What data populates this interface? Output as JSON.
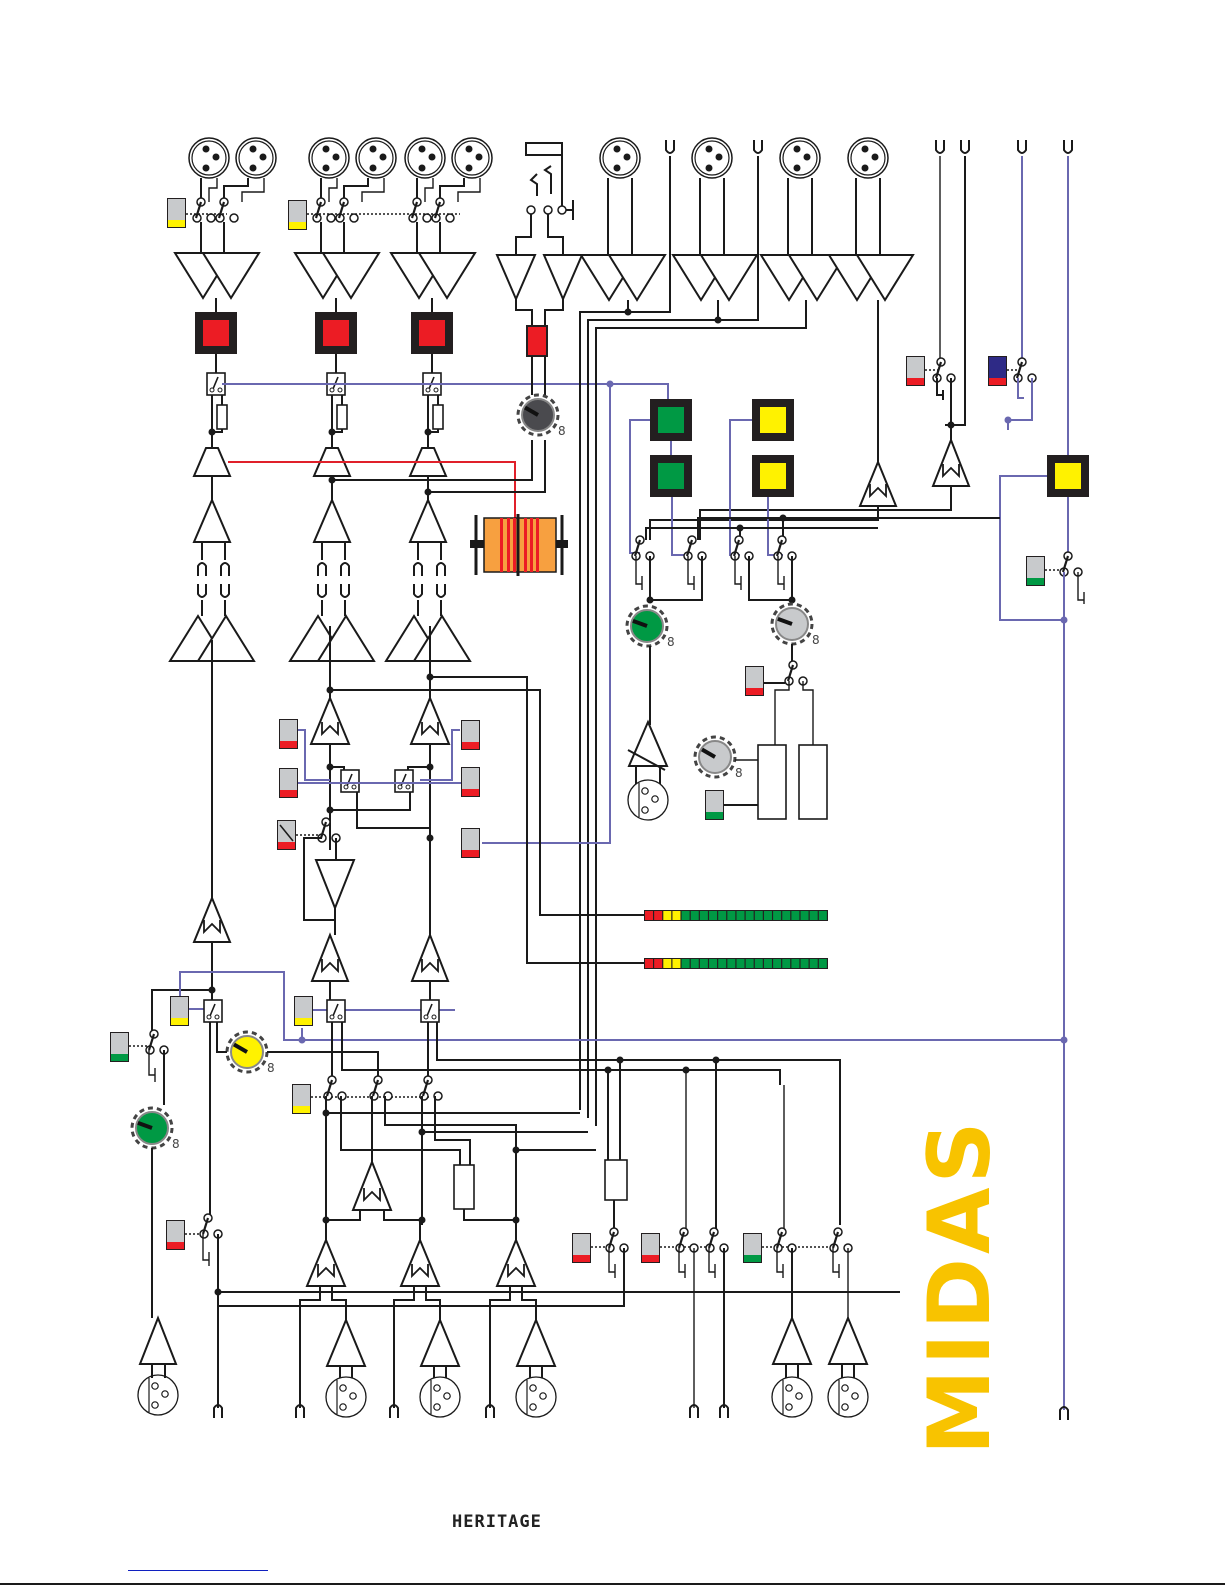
{
  "document": {
    "product_logo": "HERITAGE",
    "brand_logo": "MIDAS"
  },
  "colors": {
    "wire": "#1a1a1a",
    "bus_wire": "#6a68b0",
    "link_wire": "#e0202a",
    "led_red": "#ec1c24",
    "led_green": "#009944",
    "led_yellow": "#fff200",
    "switch_gray": "#c8cacc",
    "switch_blue": "#2e2a86",
    "vu_red": "#ec1c24",
    "vu_yellow": "#fff200",
    "vu_green": "#009944",
    "fader_orange": "#f7a040",
    "brand_yellow": "#f8c300"
  },
  "blocks": {
    "channels": [
      {
        "name": "channel-1",
        "inputs": 2
      },
      {
        "name": "channel-2",
        "inputs": 2
      },
      {
        "name": "channel-3",
        "inputs": 2
      }
    ],
    "stereo_returns": [
      {
        "name": "return-1"
      },
      {
        "name": "return-2"
      },
      {
        "name": "return-3"
      },
      {
        "name": "return-4"
      }
    ],
    "channel_mute_leds": [
      "red",
      "red",
      "red"
    ],
    "monitor_leds": [
      "green",
      "green",
      "yellow",
      "yellow",
      "yellow"
    ],
    "switch_buttons": [
      {
        "id": "input-select-1",
        "led": "yellow"
      },
      {
        "id": "input-select-2",
        "led": "yellow"
      },
      {
        "id": "bus-a",
        "led": "red"
      },
      {
        "id": "bus-b",
        "led": "red",
        "body": "blue"
      },
      {
        "id": "master-mono",
        "led": "green"
      },
      {
        "id": "talk",
        "led": "red"
      },
      {
        "id": "osc",
        "led": "green"
      },
      {
        "id": "matrix-left-top",
        "led": "red"
      },
      {
        "id": "matrix-left-mid",
        "led": "red"
      },
      {
        "id": "matrix-left-dim",
        "led": "red"
      },
      {
        "id": "matrix-right-top",
        "led": "red"
      },
      {
        "id": "matrix-right-mid",
        "led": "red"
      },
      {
        "id": "matrix-right-low",
        "led": "red"
      },
      {
        "id": "mon-a",
        "led": "yellow"
      },
      {
        "id": "mon-mono",
        "led": "green"
      },
      {
        "id": "mon-src",
        "led": "yellow"
      },
      {
        "id": "phones-mute",
        "led": "red"
      },
      {
        "id": "ext-a",
        "led": "red"
      },
      {
        "id": "ext-b",
        "led": "red"
      },
      {
        "id": "ext-c",
        "led": "green"
      }
    ],
    "vu_meters": [
      {
        "name": "meter-left",
        "segments": [
          "red",
          "red",
          "yellow",
          "yellow",
          "green",
          "green",
          "green",
          "green",
          "green",
          "green",
          "green",
          "green",
          "green",
          "green",
          "green",
          "green",
          "green",
          "green",
          "green",
          "green"
        ]
      },
      {
        "name": "meter-right",
        "segments": [
          "red",
          "red",
          "yellow",
          "yellow",
          "green",
          "green",
          "green",
          "green",
          "green",
          "green",
          "green",
          "green",
          "green",
          "green",
          "green",
          "green",
          "green",
          "green",
          "green",
          "green"
        ]
      }
    ],
    "knob_label": "8"
  }
}
